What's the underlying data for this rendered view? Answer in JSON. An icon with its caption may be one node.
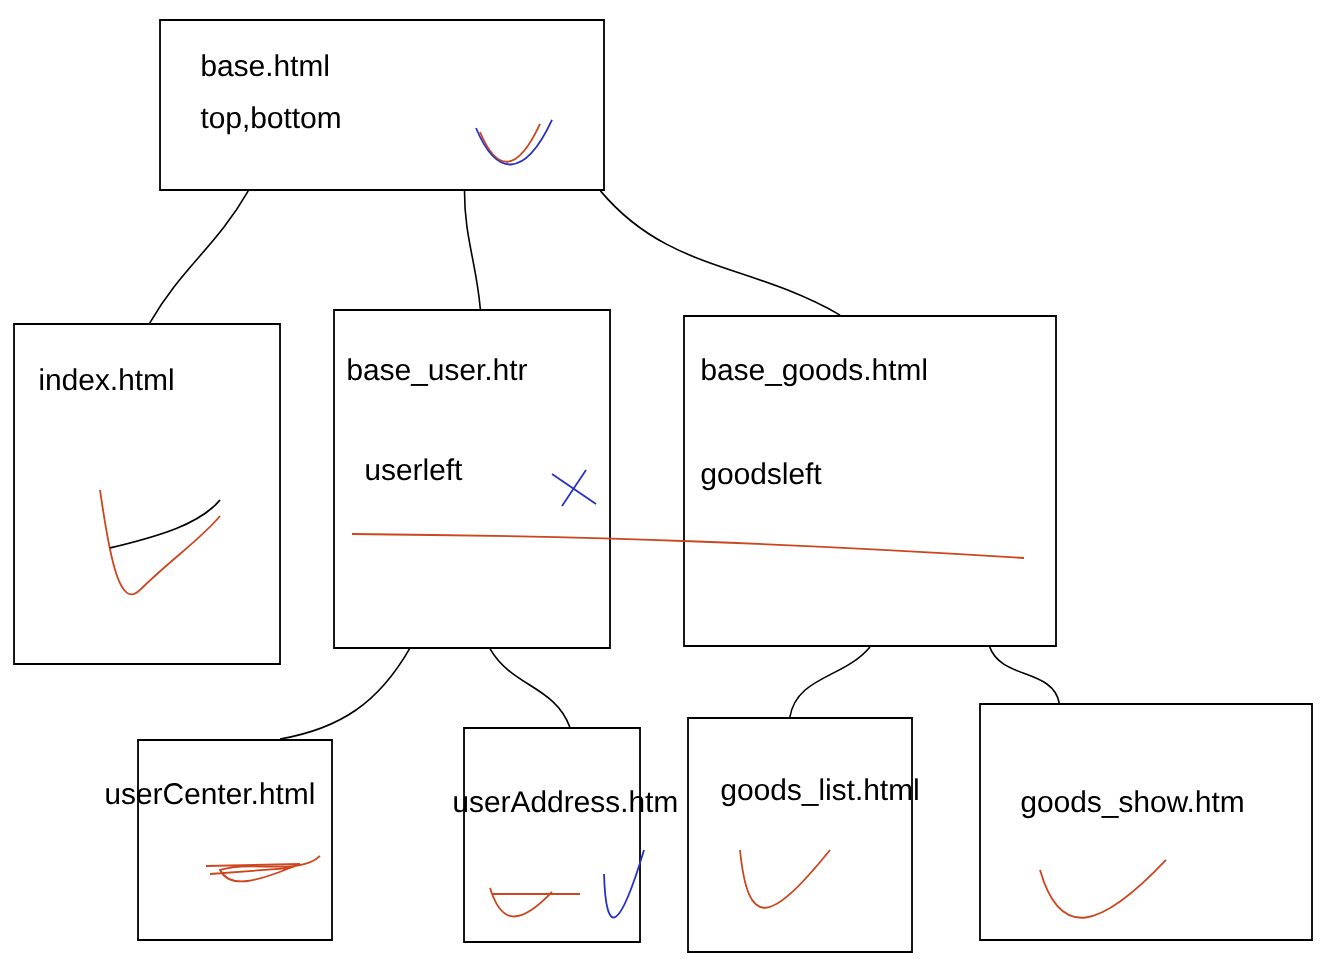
{
  "diagram": {
    "nodes": [
      {
        "text": [
          "base.html",
          "top,bottom"
        ]
      },
      {
        "text": [
          "index.html"
        ]
      },
      {
        "text": [
          "base_user.htr",
          "userleft"
        ]
      },
      {
        "text": [
          "base_goods.html",
          "goodsleft"
        ]
      },
      {
        "text": [
          "userCenter.html"
        ]
      },
      {
        "text": [
          "userAddress.htm"
        ]
      },
      {
        "text": [
          "goods_list.html"
        ]
      },
      {
        "text": [
          "goods_show.htm"
        ]
      }
    ],
    "edges": [
      {
        "from": 0,
        "to": 1,
        "arrow": "none"
      },
      {
        "from": 0,
        "to": 2,
        "arrow": "none"
      },
      {
        "from": 0,
        "to": 3,
        "arrow": "none"
      },
      {
        "from": 2,
        "to": 4,
        "arrow": "none"
      },
      {
        "from": 2,
        "to": 5,
        "arrow": "none"
      },
      {
        "from": 3,
        "to": 6,
        "arrow": "none"
      },
      {
        "from": 3,
        "to": 7,
        "arrow": "none"
      }
    ]
  }
}
